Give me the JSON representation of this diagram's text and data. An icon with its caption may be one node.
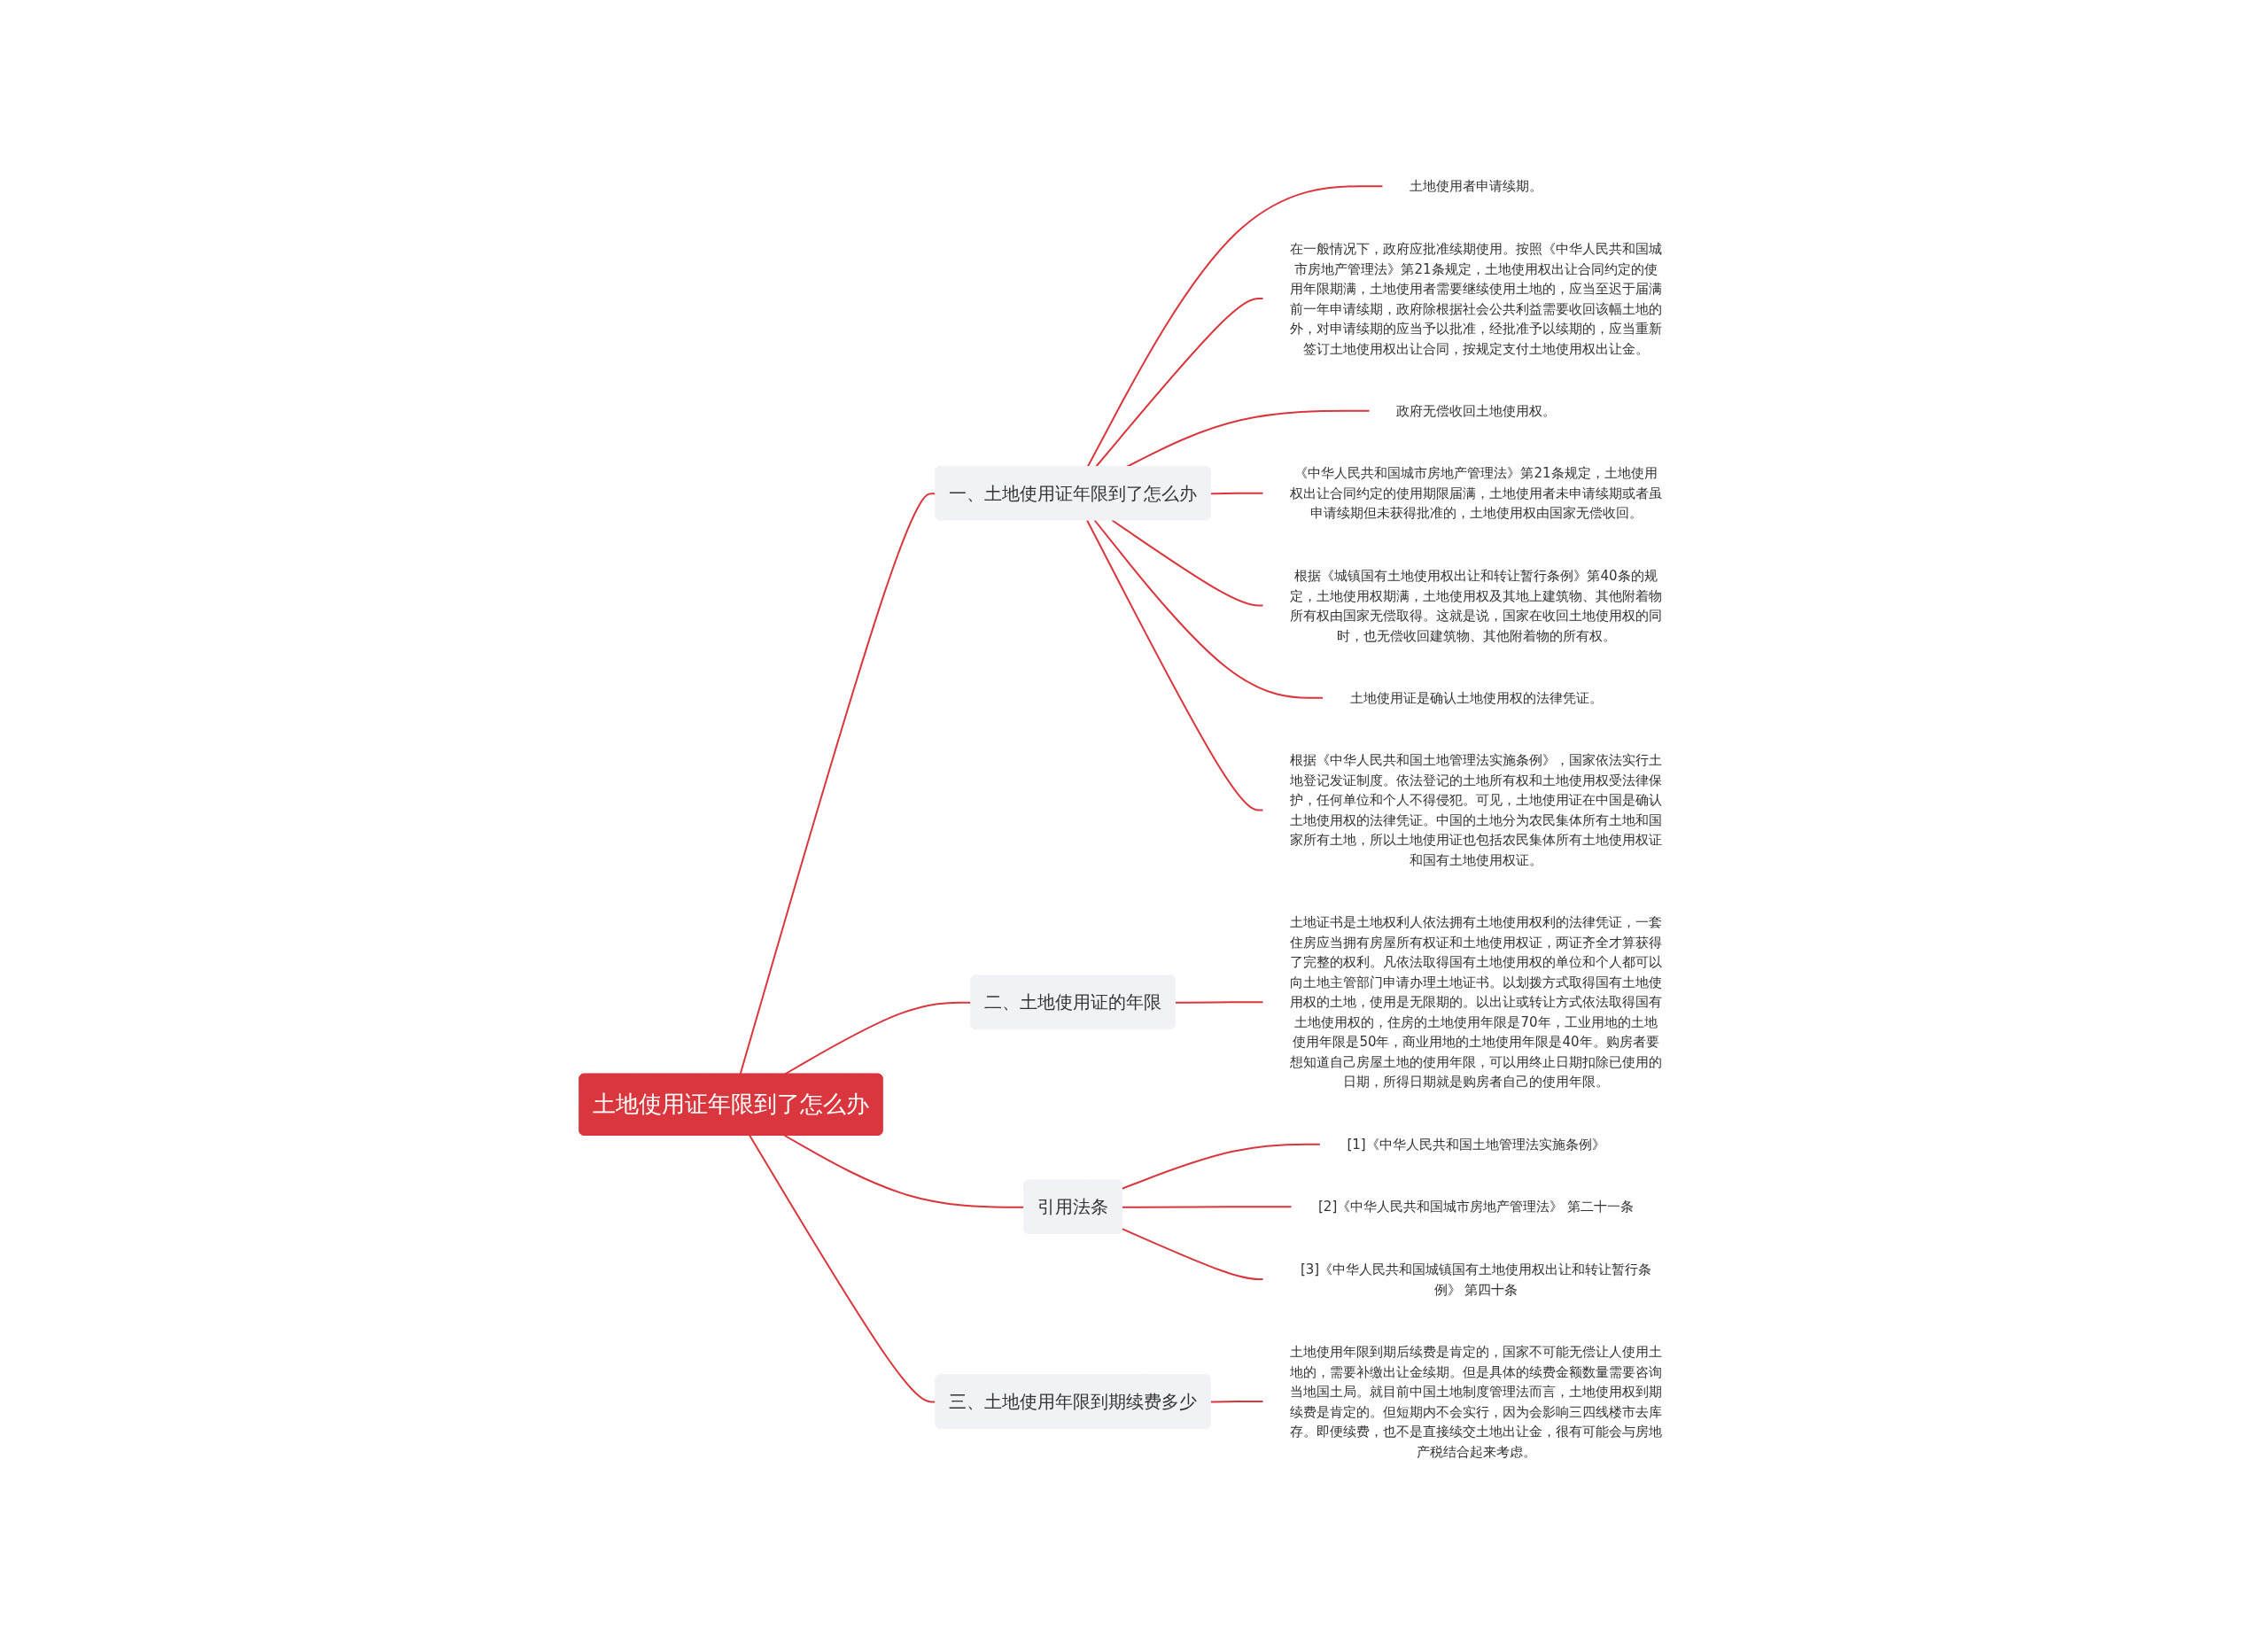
{
  "diagram": {
    "nodes": [
      {
        "text": [
          "土地使用证年限到了怎么办"
        ]
      },
      {
        "text": [
          "一、土地使用证年限到了怎么办"
        ]
      },
      {
        "text": [
          "土地使用者申请续期。"
        ]
      },
      {
        "text": [
          "在一般情况下，政府应批准续期使用。按照《中华人民共和国城市房地产管理法》第21条规定，土地使用权出让合同约定的使用年限期满，土地使用者需要继续使用土地的，应当至迟于届满前一年申请续期，政府除根据社会公共利益需要收回该幅土地的外，对申请续期的应当予以批准，经批准予以续期的，应当重新签订土地使用权出让合同，按规定支付土地使用权出让金。"
        ]
      },
      {
        "text": [
          "政府无偿收回土地使用权。"
        ]
      },
      {
        "text": [
          "《中华人民共和国城市房地产管理法》第21条规定，土地使用权出让合同约定的使用期限届满，土地使用者未申请续期或者虽申请续期但未获得批准的，土地使用权由国家无偿收回。"
        ]
      },
      {
        "text": [
          "根据《城镇国有土地使用权出让和转让暂行条例》第40条的规定，土地使用权期满，土地使用权及其地上建筑物、其他附着物所有权由国家无偿取得。这就是说，国家在收回土地使用权的同时，也无偿收回建筑物、其他附着物的所有权。"
        ]
      },
      {
        "text": [
          "土地使用证是确认土地使用权的法律凭证。"
        ]
      },
      {
        "text": [
          "根据《中华人民共和国土地管理法实施条例》，国家依法实行土地登记发证制度。依法登记的土地所有权和土地使用权受法律保护，任何单位和个人不得侵犯。可见，土地使用证在中国是确认土地使用权的法律凭证。中国的土地分为农民集体所有土地和国家所有土地，所以土地使用证也包括农民集体所有土地使用权证和国有土地使用权证。"
        ]
      },
      {
        "text": [
          "二、土地使用证的年限"
        ]
      },
      {
        "text": [
          "土地证书是土地权利人依法拥有土地使用权利的法律凭证，一套住房应当拥有房屋所有权证和土地使用权证，两证齐全才算获得了完整的权利。凡依法取得国有土地使用权的单位和个人都可以向土地主管部门申请办理土地证书。以划拨方式取得国有土地使用权的土地，使用是无限期的。以出让或转让方式依法取得国有土地使用权的，住房的土地使用年限是70年，工业用地的土地使用年限是50年，商业用地的土地使用年限是40年。购房者要想知道自己房屋土地的使用年限，可以用终止日期扣除已使用的日期，所得日期就是购房者自己的使用年限。"
        ]
      },
      {
        "text": [
          "引用法条"
        ]
      },
      {
        "text": [
          "[1]《中华人民共和国土地管理法实施条例》"
        ]
      },
      {
        "text": [
          "[2]《中华人民共和国城市房地产管理法》 第二十一条"
        ]
      },
      {
        "text": [
          "[3]《中华人民共和国城镇国有土地使用权出让和转让暂行条例》 第四十条"
        ]
      },
      {
        "text": [
          "三、土地使用年限到期续费多少"
        ]
      },
      {
        "text": [
          "土地使用年限到期后续费是肯定的，国家不可能无偿让人使用土地的，需要补缴出让金续期。但是具体的续费金额数量需要咨询当地国土局。就目前中国土地制度管理法而言，土地使用权到期续费是肯定的。但短期内不会实行，因为会影响三四线楼市去库存。即便续费，也不是直接续交土地出让金，很有可能会与房地产税结合起来考虑。"
        ]
      }
    ],
    "edges": [
      {
        "from": 0,
        "to": 1,
        "arrow": "none"
      },
      {
        "from": 1,
        "to": 2,
        "arrow": "none"
      },
      {
        "from": 1,
        "to": 3,
        "arrow": "none"
      },
      {
        "from": 1,
        "to": 4,
        "arrow": "none"
      },
      {
        "from": 1,
        "to": 5,
        "arrow": "none"
      },
      {
        "from": 1,
        "to": 6,
        "arrow": "none"
      },
      {
        "from": 1,
        "to": 7,
        "arrow": "none"
      },
      {
        "from": 1,
        "to": 8,
        "arrow": "none"
      },
      {
        "from": 0,
        "to": 9,
        "arrow": "none"
      },
      {
        "from": 9,
        "to": 10,
        "arrow": "none"
      },
      {
        "from": 0,
        "to": 11,
        "arrow": "none"
      },
      {
        "from": 11,
        "to": 12,
        "arrow": "none"
      },
      {
        "from": 11,
        "to": 13,
        "arrow": "none"
      },
      {
        "from": 11,
        "to": 14,
        "arrow": "none"
      },
      {
        "from": 0,
        "to": 15,
        "arrow": "none"
      },
      {
        "from": 15,
        "to": 16,
        "arrow": "none"
      }
    ]
  }
}
